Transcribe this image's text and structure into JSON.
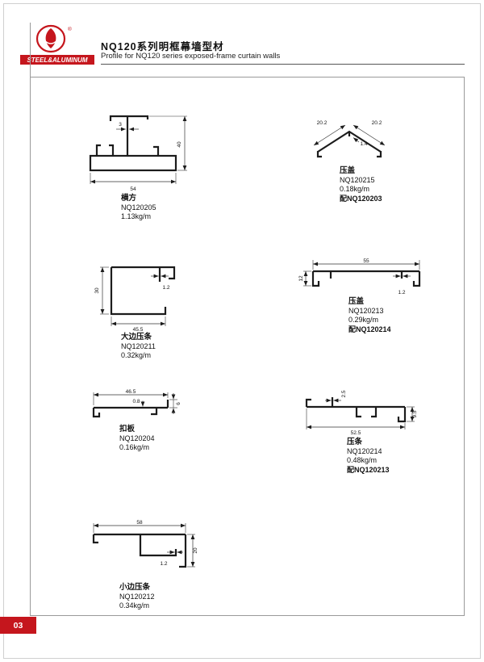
{
  "header": {
    "logo_banner": "STEEL&ALUMINUM",
    "registered_mark": "®",
    "title_cn": "NQ120系列明框幕墙型材",
    "title_en": "Profile for NQ120 series exposed-frame curtain walls"
  },
  "footer": {
    "page_number": "03"
  },
  "colors": {
    "brand_red": "#c5161d",
    "drawing_line": "#1c1c1c"
  },
  "profiles": [
    {
      "name": "横方",
      "code": "NQ120205",
      "weight": "1.13kg/m",
      "dims": {
        "w": "54",
        "h": "40",
        "t": "3"
      }
    },
    {
      "name": "压盖",
      "code": "NQ120215",
      "weight": "0.18kg/m",
      "mate": "配NQ120203",
      "dims": {
        "a": "20.2",
        "b": "20.2",
        "t": "1.4"
      }
    },
    {
      "name": "大边压条",
      "code": "NQ120211",
      "weight": "0.32kg/m",
      "dims": {
        "h": "30",
        "w": "45.5",
        "t": "1.2"
      }
    },
    {
      "name": "压盖",
      "code": "NQ120213",
      "weight": "0.29kg/m",
      "mate": "配NQ120214",
      "dims": {
        "w": "55",
        "h": "12",
        "t": "1.2"
      }
    },
    {
      "name": "扣板",
      "code": "NQ120204",
      "weight": "0.16kg/m",
      "dims": {
        "w": "46.5",
        "t": "0.8",
        "h": "6"
      }
    },
    {
      "name": "压条",
      "code": "NQ120214",
      "weight": "0.48kg/m",
      "mate": "配NQ120213",
      "dims": {
        "w": "52.5",
        "t": "2.5",
        "h": "9.5"
      }
    },
    {
      "name": "小边压条",
      "code": "NQ120212",
      "weight": "0.34kg/m",
      "dims": {
        "w": "58",
        "t": "1.2",
        "h": "20"
      }
    }
  ]
}
